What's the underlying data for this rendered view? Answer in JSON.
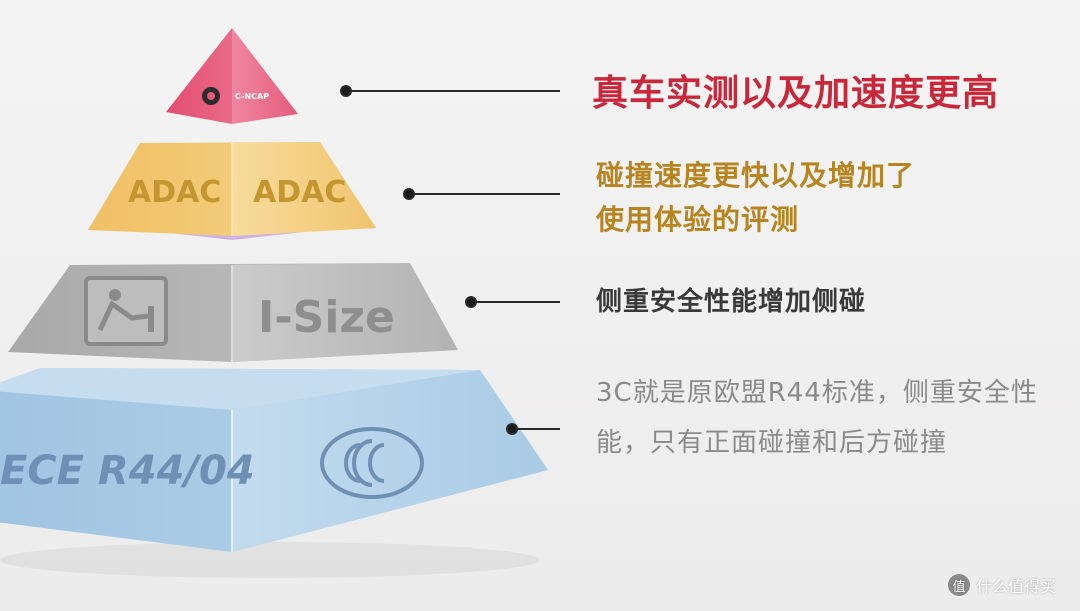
{
  "tiers": [
    {
      "id": "cnca",
      "logo_text": "C-NCAP",
      "description": "真车实测以及加速度更高",
      "color": "#e8587a"
    },
    {
      "id": "adac",
      "logo_left": "ADAC",
      "logo_right": "ADAC",
      "description": "碰撞速度更快以及增加了\n使用体验的评测",
      "color": "#f2c66e"
    },
    {
      "id": "isize",
      "logo_right": "I-Size",
      "icon": "child-seat-icon",
      "description": "侧重安全性能增加侧碰",
      "color": "#b9b9b9"
    },
    {
      "id": "ece",
      "logo_left": "ECE R44/04",
      "icon": "ccc-icon",
      "description": "3C就是原欧盟R44标准，侧重安全性能，只有正面碰撞和后方碰撞",
      "color": "#a7c9e2"
    }
  ],
  "watermark": {
    "badge": "值",
    "text": "什么值得买"
  }
}
